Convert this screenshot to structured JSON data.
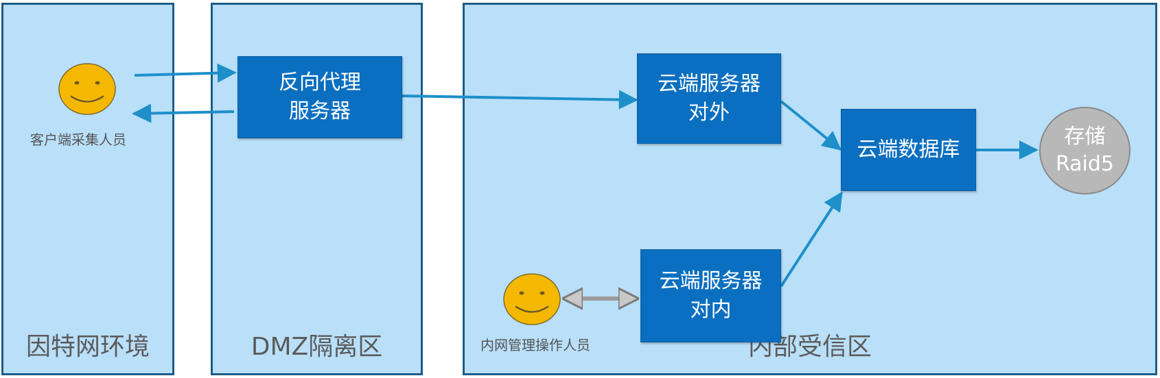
{
  "zones": {
    "internet": "因特网环境",
    "dmz": "DMZ隔离区",
    "internal": "内部受信区"
  },
  "nodes": {
    "reverse_proxy": [
      "反向代理",
      "服务器"
    ],
    "cloud_external": [
      "云端服务器",
      "对外"
    ],
    "cloud_internal": [
      "云端服务器",
      "对内"
    ],
    "cloud_db": "云端数据库",
    "storage": [
      "存储",
      "Raid5"
    ]
  },
  "people": {
    "client_collector": "客户端采集人员",
    "intranet_operator": "内网管理操作人员"
  },
  "colors": {
    "zone_fill": "#b9dff9",
    "zone_border": "#1d5b86",
    "box_fill": "#0a6fc0",
    "arrow": "#1e8fc9",
    "face": "#f5b800",
    "storage": "#b8b8b8"
  }
}
